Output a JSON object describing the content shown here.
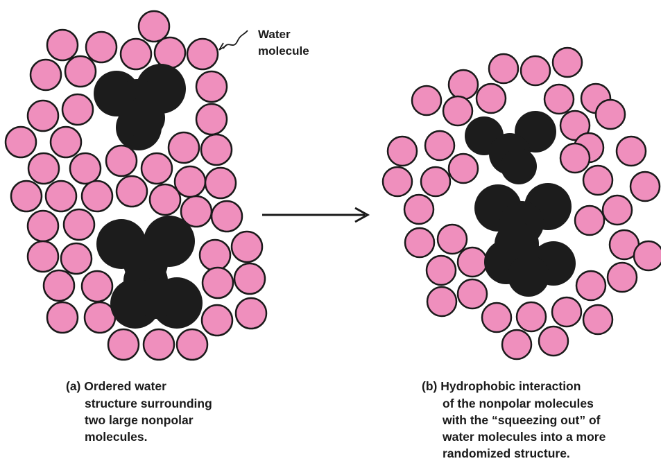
{
  "colors": {
    "water": "#ef8fbd",
    "outline": "#1a1a1a",
    "nonpolar": "#1c1c1c"
  },
  "label_water": [
    "Water",
    "molecule"
  ],
  "panel_a": {
    "caption": [
      "(a) Ordered water",
      "structure surrounding",
      "two large nonpolar",
      "molecules."
    ]
  },
  "panel_b": {
    "caption": [
      "(b) Hydrophobic interaction",
      "of the nonpolar molecules",
      "with the “squeezing out” of",
      "water molecules into a more",
      "randomized structure."
    ]
  },
  "icons": {
    "transition_arrow": "right-arrow-icon",
    "leader": "squiggle-leader-icon"
  }
}
